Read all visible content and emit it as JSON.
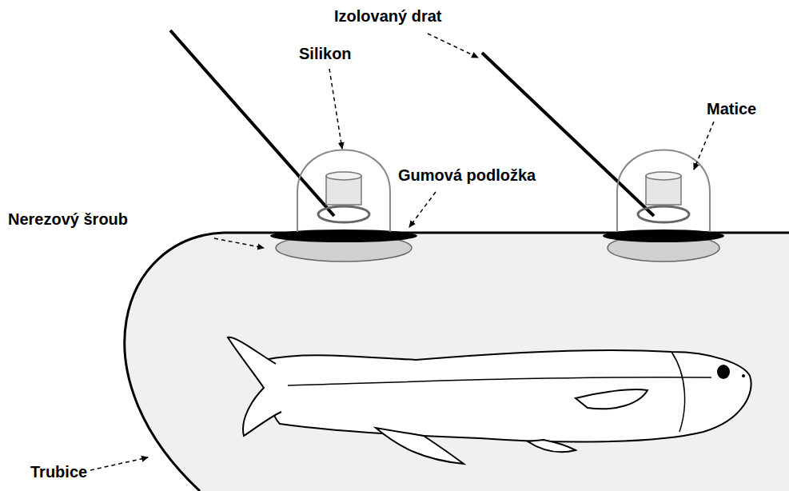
{
  "diagram": {
    "labels": [
      "Izolovaný drat",
      "Silikon",
      "Matice",
      "Gumová podložka",
      "Nerezový šroub",
      "Trubice"
    ]
  }
}
